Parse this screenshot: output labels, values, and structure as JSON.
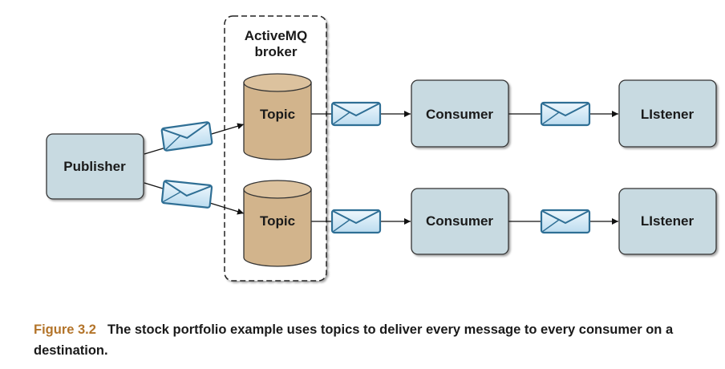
{
  "broker": {
    "title_line1": "ActiveMQ",
    "title_line2": "broker"
  },
  "publisher": {
    "label": "Publisher"
  },
  "topics": [
    {
      "label": "Topic"
    },
    {
      "label": "Topic"
    }
  ],
  "consumers": [
    {
      "label": "Consumer"
    },
    {
      "label": "Consumer"
    }
  ],
  "listeners": [
    {
      "label": "LIstener"
    },
    {
      "label": "LIstener"
    }
  ],
  "caption": {
    "figure_label": "Figure 3.2",
    "text": "The stock portfolio example uses topics to deliver every message to every consumer on a destination."
  },
  "colors": {
    "box_fill": "#c8dae1",
    "topic_fill": "#d2b48c",
    "envelope_fill": "#d7ebf7",
    "envelope_stroke": "#2f6f95",
    "figure_label": "#b3742a"
  },
  "icons": {
    "message": "envelope-icon"
  }
}
